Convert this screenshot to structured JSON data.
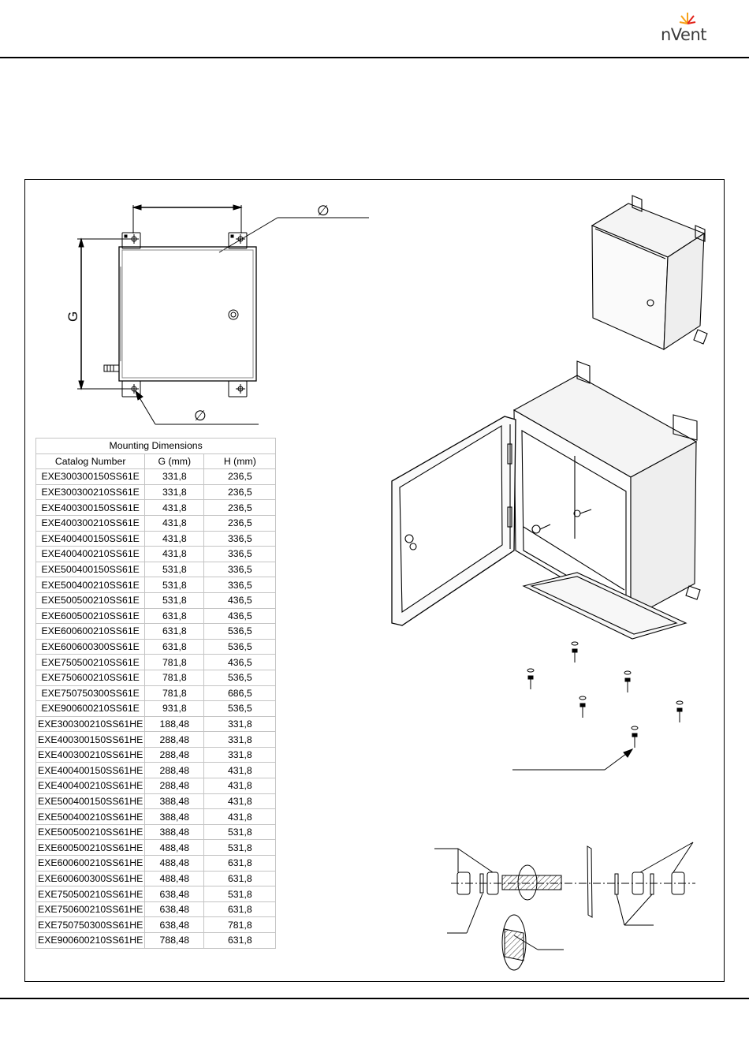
{
  "brand": {
    "logo_text": "nVent",
    "spark_colors": [
      "#f7a21b",
      "#e2231a"
    ]
  },
  "drawing": {
    "front_view": {
      "vertical_dim_label": "G",
      "diameter_symbol": "∅"
    }
  },
  "mounting_table": {
    "title": "Mounting Dimensions",
    "headers": [
      "Catalog Number",
      "G (mm)",
      "H (mm)"
    ],
    "rows": [
      [
        "EXE300300150SS61E",
        "331,8",
        "236,5"
      ],
      [
        "EXE300300210SS61E",
        "331,8",
        "236,5"
      ],
      [
        "EXE400300150SS61E",
        "431,8",
        "236,5"
      ],
      [
        "EXE400300210SS61E",
        "431,8",
        "236,5"
      ],
      [
        "EXE400400150SS61E",
        "431,8",
        "336,5"
      ],
      [
        "EXE400400210SS61E",
        "431,8",
        "336,5"
      ],
      [
        "EXE500400150SS61E",
        "531,8",
        "336,5"
      ],
      [
        "EXE500400210SS61E",
        "531,8",
        "336,5"
      ],
      [
        "EXE500500210SS61E",
        "531,8",
        "436,5"
      ],
      [
        "EXE600500210SS61E",
        "631,8",
        "436,5"
      ],
      [
        "EXE600600210SS61E",
        "631,8",
        "536,5"
      ],
      [
        "EXE600600300SS61E",
        "631,8",
        "536,5"
      ],
      [
        "EXE750500210SS61E",
        "781,8",
        "436,5"
      ],
      [
        "EXE750600210SS61E",
        "781,8",
        "536,5"
      ],
      [
        "EXE750750300SS61E",
        "781,8",
        "686,5"
      ],
      [
        "EXE900600210SS61E",
        "931,8",
        "536,5"
      ],
      [
        "EXE300300210SS61HE",
        "188,48",
        "331,8"
      ],
      [
        "EXE400300150SS61HE",
        "288,48",
        "331,8"
      ],
      [
        "EXE400300210SS61HE",
        "288,48",
        "331,8"
      ],
      [
        "EXE400400150SS61HE",
        "288,48",
        "431,8"
      ],
      [
        "EXE400400210SS61HE",
        "288,48",
        "431,8"
      ],
      [
        "EXE500400150SS61HE",
        "388,48",
        "431,8"
      ],
      [
        "EXE500400210SS61HE",
        "388,48",
        "431,8"
      ],
      [
        "EXE500500210SS61HE",
        "388,48",
        "531,8"
      ],
      [
        "EXE600500210SS61HE",
        "488,48",
        "531,8"
      ],
      [
        "EXE600600210SS61HE",
        "488,48",
        "631,8"
      ],
      [
        "EXE600600300SS61HE",
        "488,48",
        "631,8"
      ],
      [
        "EXE750500210SS61HE",
        "638,48",
        "531,8"
      ],
      [
        "EXE750600210SS61HE",
        "638,48",
        "631,8"
      ],
      [
        "EXE750750300SS61HE",
        "638,48",
        "781,8"
      ],
      [
        "EXE900600210SS61HE",
        "788,48",
        "631,8"
      ]
    ]
  }
}
